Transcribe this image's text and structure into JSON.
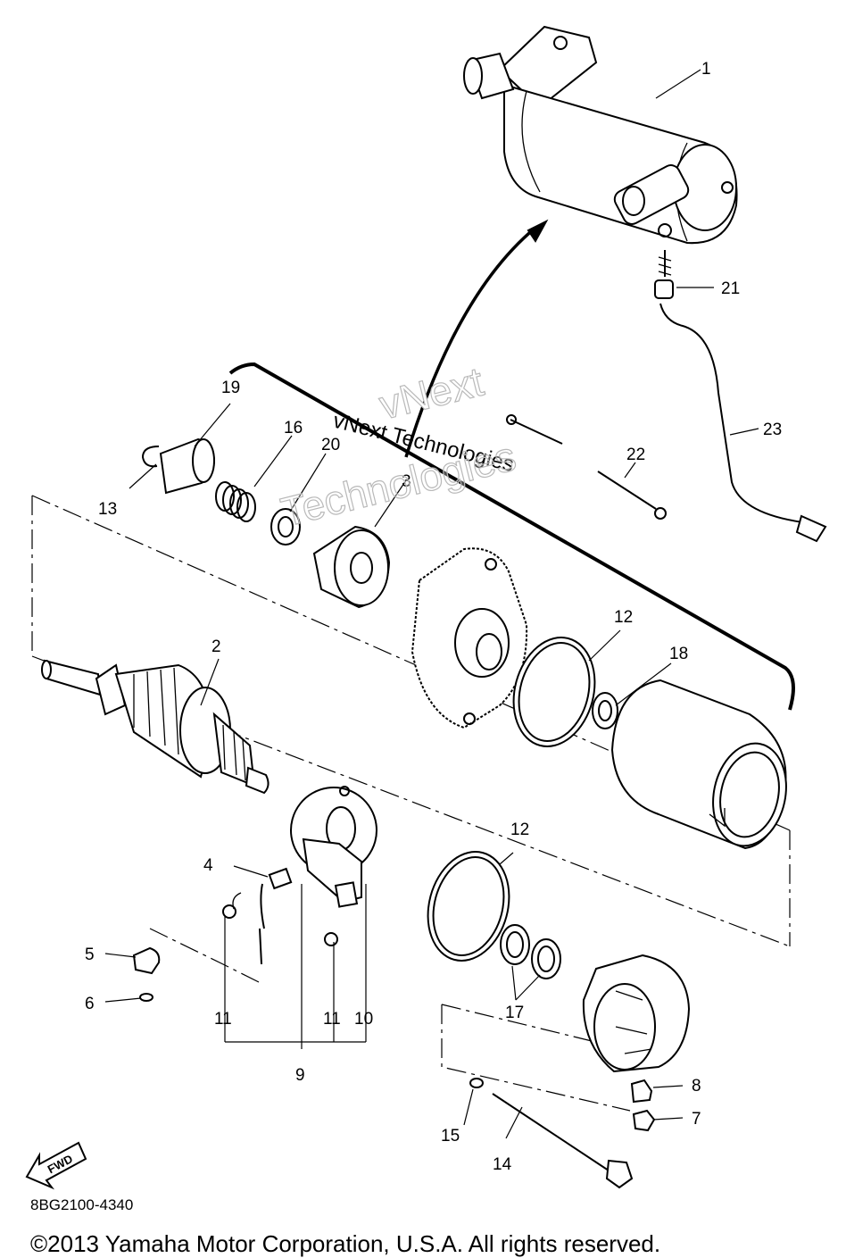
{
  "diagram": {
    "callouts": {
      "c1": "1",
      "c2": "2",
      "c3": "3",
      "c4": "4",
      "c5": "5",
      "c6": "6",
      "c7": "7",
      "c8": "8",
      "c9": "9",
      "c10": "10",
      "c11a": "11",
      "c11b": "11",
      "c12a": "12",
      "c12b": "12",
      "c13": "13",
      "c14": "14",
      "c15": "15",
      "c16": "16",
      "c17": "17",
      "c18": "18",
      "c19": "19",
      "c20": "20",
      "c21": "21",
      "c22": "22",
      "c23": "23"
    },
    "fwd_label": "FWD",
    "watermark": {
      "line1": "vNext Technologies",
      "line2": "vNext",
      "line3": "Technologies"
    }
  },
  "footer": {
    "part_code": "8BG2100-4340",
    "copyright": "©2013 Yamaha Motor Corporation, U.S.A. All rights reserved."
  }
}
